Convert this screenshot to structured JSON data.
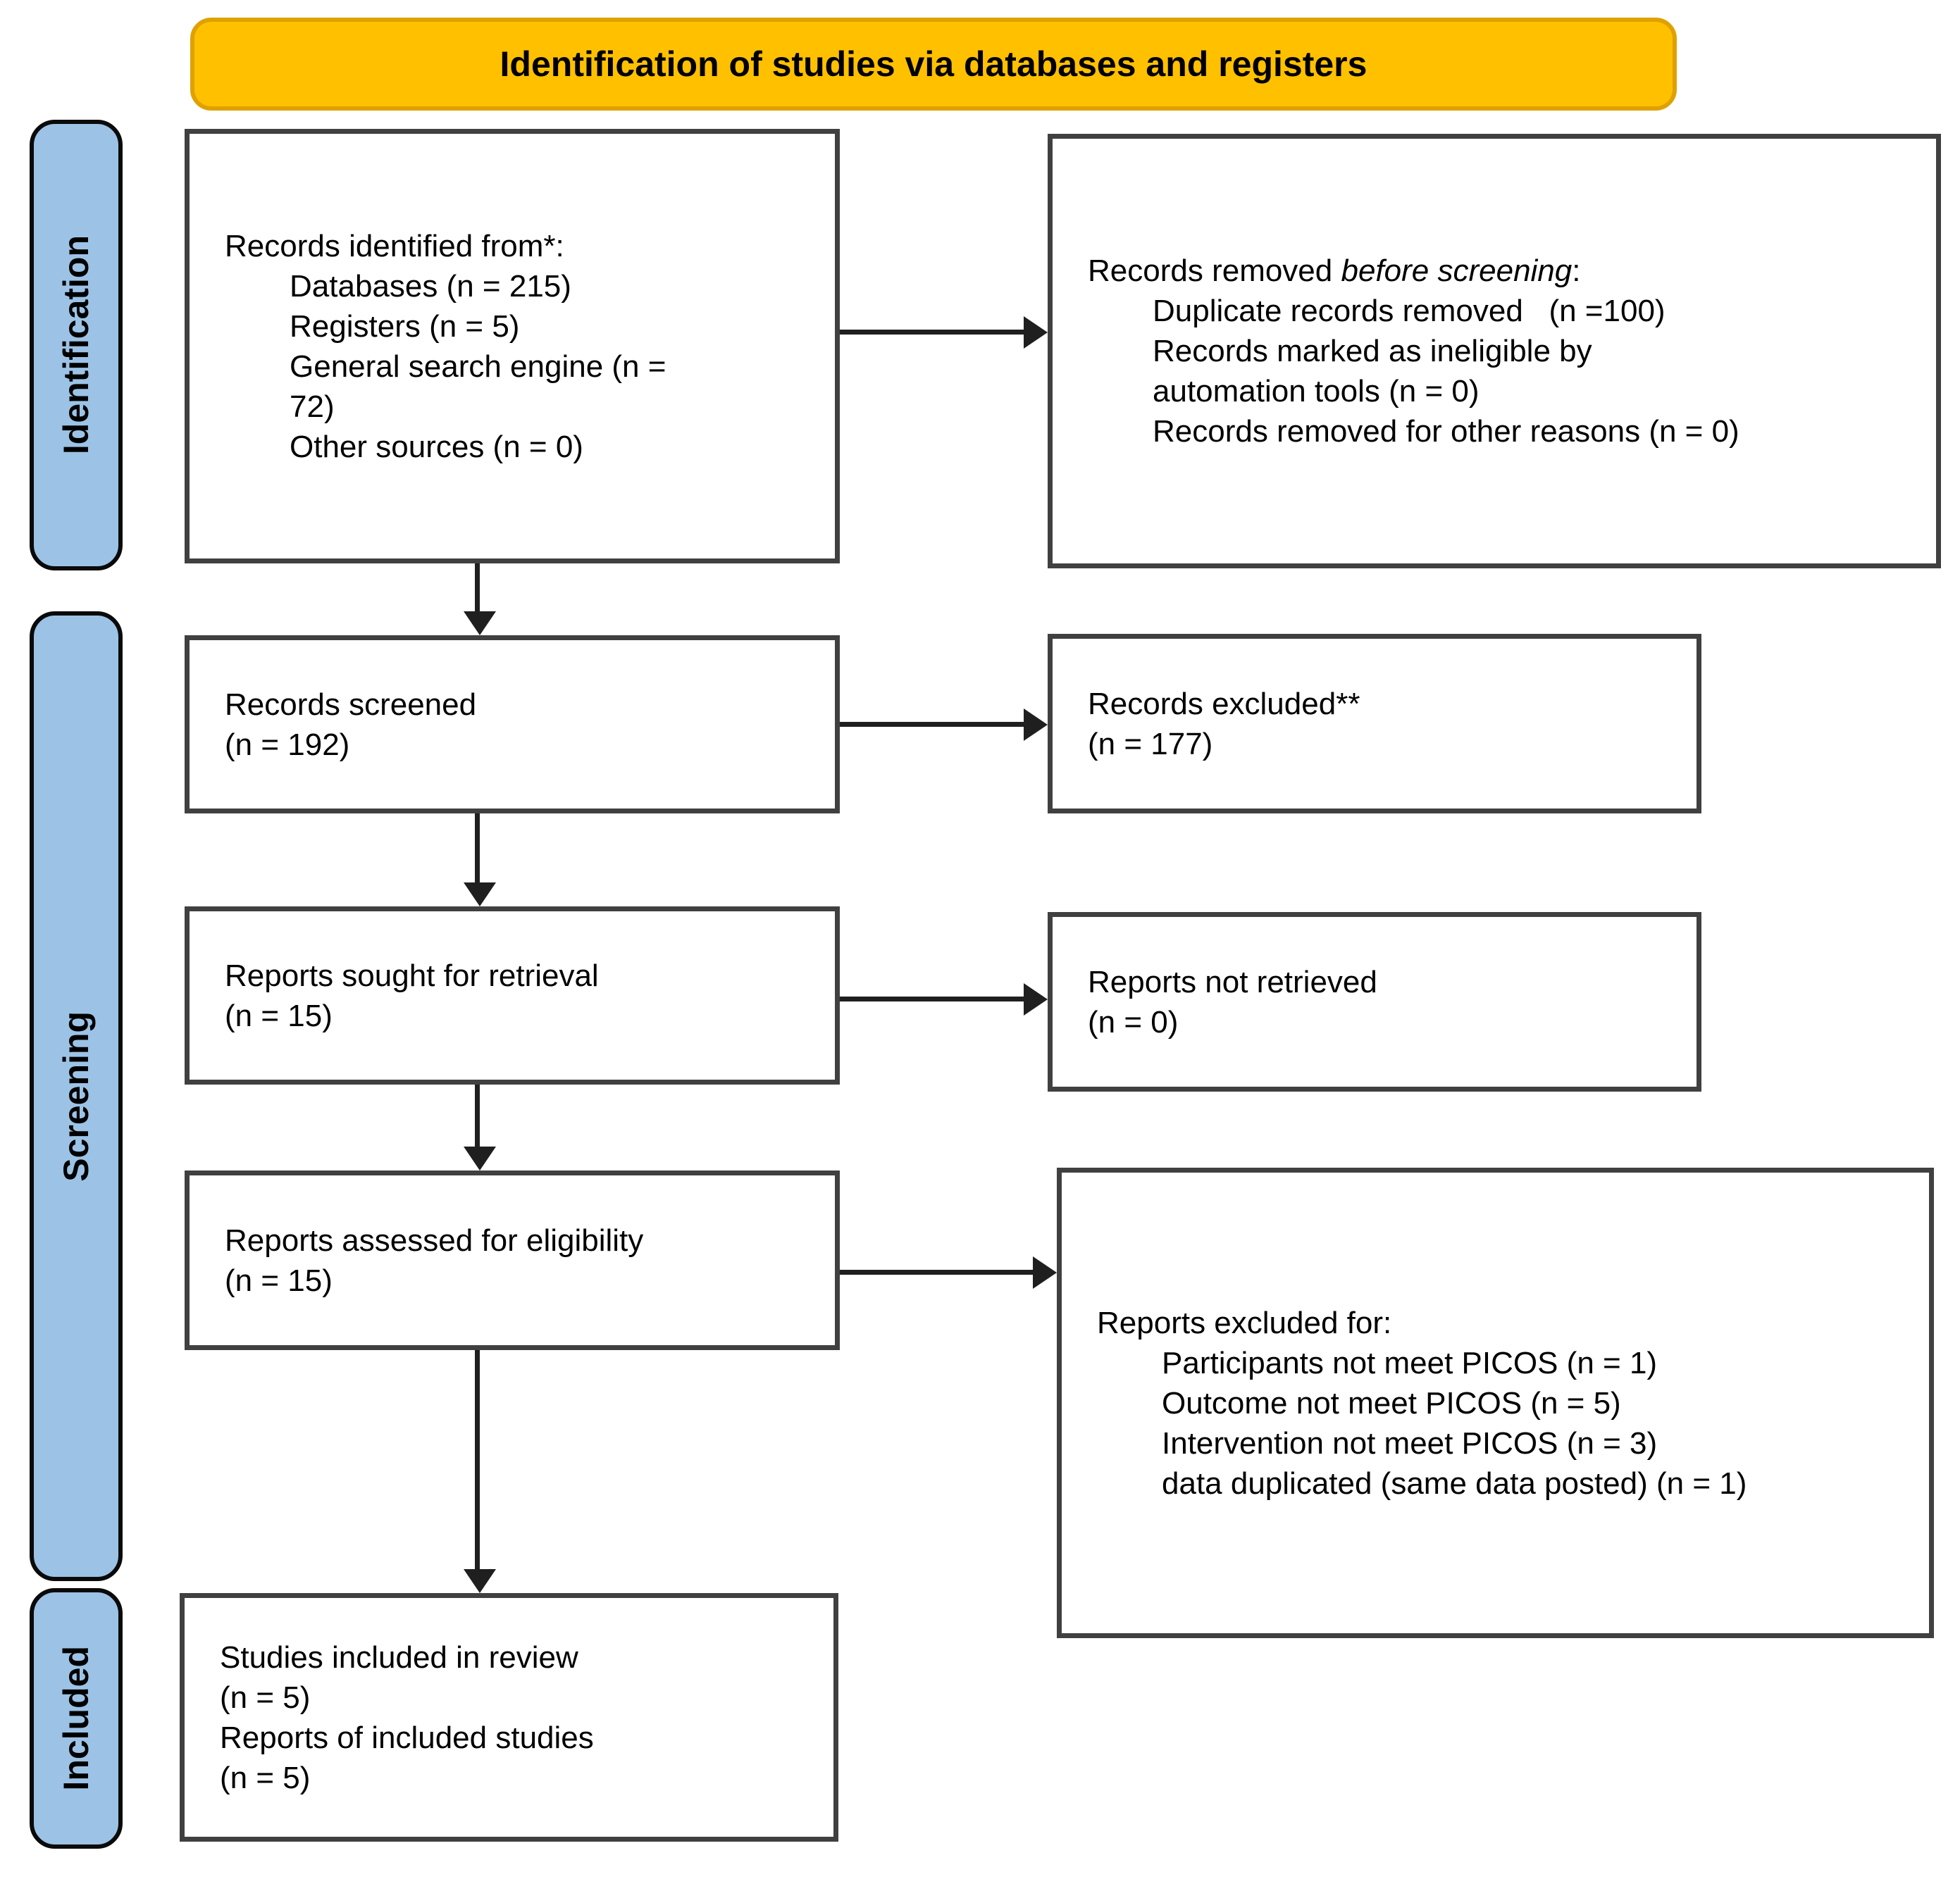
{
  "banner": {
    "text": "Identification of studies via databases and registers"
  },
  "side_labels": {
    "identification": "Identification",
    "screening": "Screening",
    "included": "Included"
  },
  "boxes": {
    "records_identified": {
      "title": "Records identified from*:",
      "lines": [
        "Databases (n = 215)",
        "Registers (n = 5)",
        "General search engine (n =",
        "72)",
        "Other sources (n = 0)"
      ]
    },
    "records_removed": {
      "title_prefix": "Records removed ",
      "title_italic": "before screening",
      "title_suffix": ":",
      "lines": [
        "Duplicate records removed   (n =100)",
        "Records marked as ineligible by",
        "automation tools (n = 0)",
        "Records removed for other reasons (n = 0)"
      ]
    },
    "records_screened": {
      "lines": [
        "Records screened",
        "(n = 192)"
      ]
    },
    "records_excluded": {
      "lines": [
        "Records excluded**",
        "(n = 177)"
      ]
    },
    "reports_sought": {
      "lines": [
        "Reports sought for retrieval",
        "(n = 15)"
      ]
    },
    "reports_not_retrieved": {
      "lines": [
        "Reports not retrieved",
        "(n = 0)"
      ]
    },
    "reports_assessed": {
      "lines": [
        "Reports assessed for eligibility",
        "(n = 15)"
      ]
    },
    "reports_excluded": {
      "title": "Reports excluded for:",
      "lines": [
        "Participants not meet PICOS (n = 1)",
        "Outcome not meet PICOS (n = 5)",
        "Intervention not meet PICOS (n = 3)",
        "data duplicated (same data posted) (n = 1)"
      ]
    },
    "studies_included": {
      "lines": [
        "Studies included in review",
        "(n = 5)",
        "Reports of included studies",
        "(n = 5)"
      ]
    }
  },
  "colors": {
    "banner_bg": "#FFC000",
    "banner_border": "#DFA100",
    "stage_bg": "#9CC3E6",
    "stage_border": "#0A0A0A",
    "box_border": "#404040",
    "arrow_color": "#1F1F1F"
  }
}
